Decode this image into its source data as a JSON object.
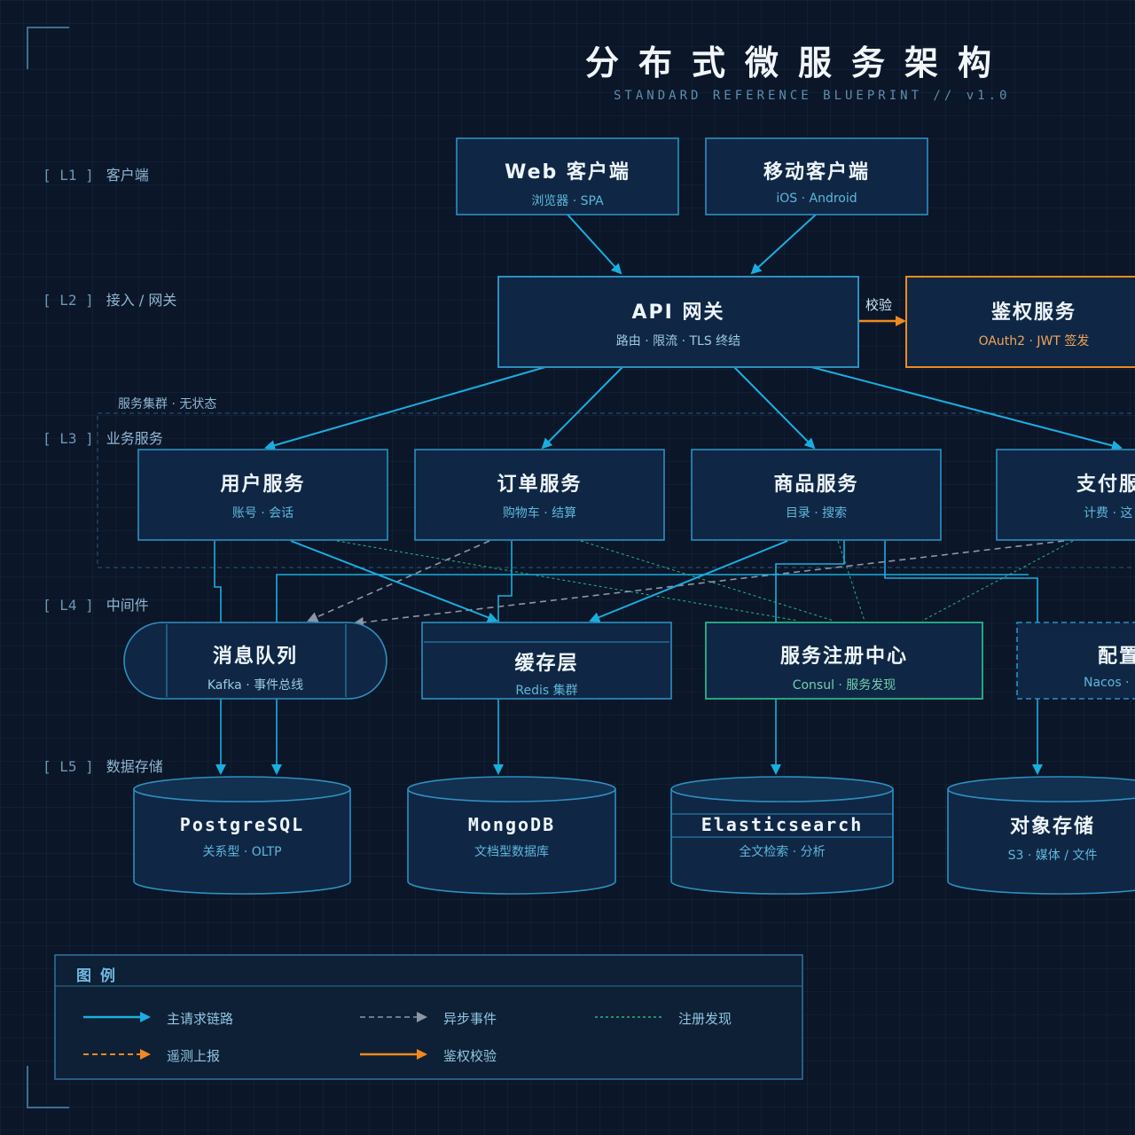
{
  "header": {
    "title": "分布式微服务架构",
    "subtitle": "STANDARD REFERENCE BLUEPRINT // v1.0"
  },
  "layers": [
    {
      "tag": "[ L1 ]",
      "name": "客户端"
    },
    {
      "tag": "[ L2 ]",
      "name": "接入 / 网关"
    },
    {
      "tag": "[ L3 ]",
      "name": "业务服务"
    },
    {
      "tag": "[ L4 ]",
      "name": "中间件"
    },
    {
      "tag": "[ L5 ]",
      "name": "数据存储"
    }
  ],
  "cluster_label": "服务集群 · 无状态",
  "nodes": {
    "web": {
      "title": "Web 客户端",
      "sub": "浏览器 · SPA"
    },
    "mobile": {
      "title": "移动客户端",
      "sub": "iOS · Android"
    },
    "gateway": {
      "title": "API 网关",
      "sub": "路由 · 限流 · TLS 终结"
    },
    "auth": {
      "title": "鉴权服务",
      "sub": "OAuth2 · JWT 签发"
    },
    "user": {
      "title": "用户服务",
      "sub": "账号 · 会话"
    },
    "order": {
      "title": "订单服务",
      "sub": "购物车 · 结算"
    },
    "product": {
      "title": "商品服务",
      "sub": "目录 · 搜索"
    },
    "pay": {
      "title": "支付服",
      "sub": "计费 · 这"
    },
    "mq": {
      "title": "消息队列",
      "sub": "Kafka · 事件总线"
    },
    "cache": {
      "title": "缓存层",
      "sub": "Redis 集群"
    },
    "registry": {
      "title": "服务注册中心",
      "sub": "Consul · 服务发现"
    },
    "config": {
      "title": "配置",
      "sub": "Nacos ·"
    },
    "pg": {
      "title": "PostgreSQL",
      "sub": "关系型 · OLTP"
    },
    "mongo": {
      "title": "MongoDB",
      "sub": "文档型数据库"
    },
    "es": {
      "title": "Elasticsearch",
      "sub": "全文检索 · 分析"
    },
    "oss": {
      "title": "对象存储",
      "sub": "S3 · 媒体 / 文件"
    }
  },
  "edge_labels": {
    "auth_check": "校验"
  },
  "legend": {
    "title": "图例",
    "items": [
      {
        "name": "main",
        "label": "主请求链路"
      },
      {
        "name": "async",
        "label": "异步事件"
      },
      {
        "name": "registry",
        "label": "注册发现"
      },
      {
        "name": "telemetry",
        "label": "遥测上报"
      },
      {
        "name": "auth",
        "label": "鉴权校验"
      }
    ]
  },
  "colors": {
    "background": "#0b1628",
    "node_fill": "#0f2744",
    "node_border": "#2e8fc0",
    "main_flow": "#19aee0",
    "async_flow": "#8b97a6",
    "registry_flow": "#27b58a",
    "auth_flow": "#f08a1e",
    "telemetry_flow": "#f08a1e"
  }
}
